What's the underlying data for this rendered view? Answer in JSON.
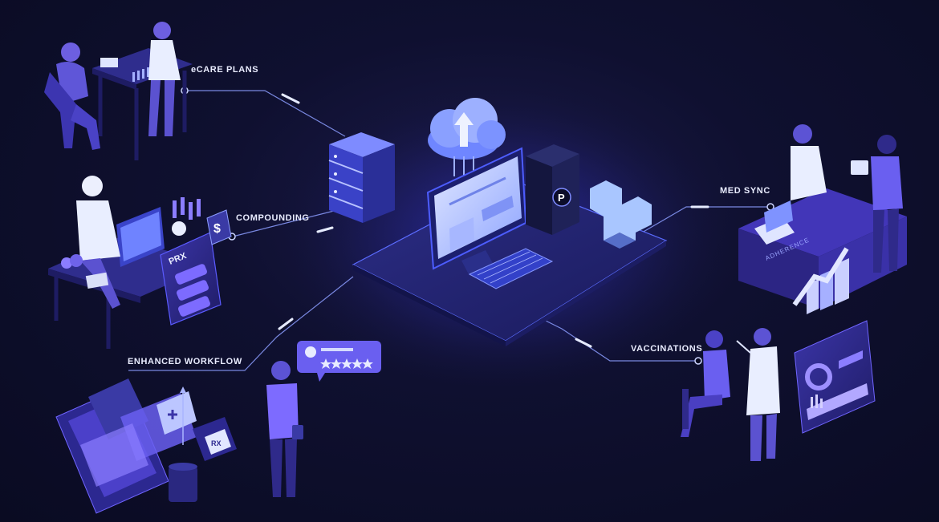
{
  "labels": {
    "ecare": "eCARE PLANS",
    "compounding": "COMPOUNDING",
    "workflow": "ENHANCED WORKFLOW",
    "medsync": "MED SYNC",
    "vaccinations": "VACCINATIONS"
  },
  "signage": {
    "prx": "PRX",
    "dollar": "$",
    "rx": "RX",
    "adherence": "ADHERENCE",
    "logo_letter": "P"
  },
  "colors": {
    "background": "#0a0b22",
    "accent": "#5b5bff",
    "glow": "#3a3cff",
    "figure": "#6b63e8",
    "line": "#8c9dff"
  }
}
